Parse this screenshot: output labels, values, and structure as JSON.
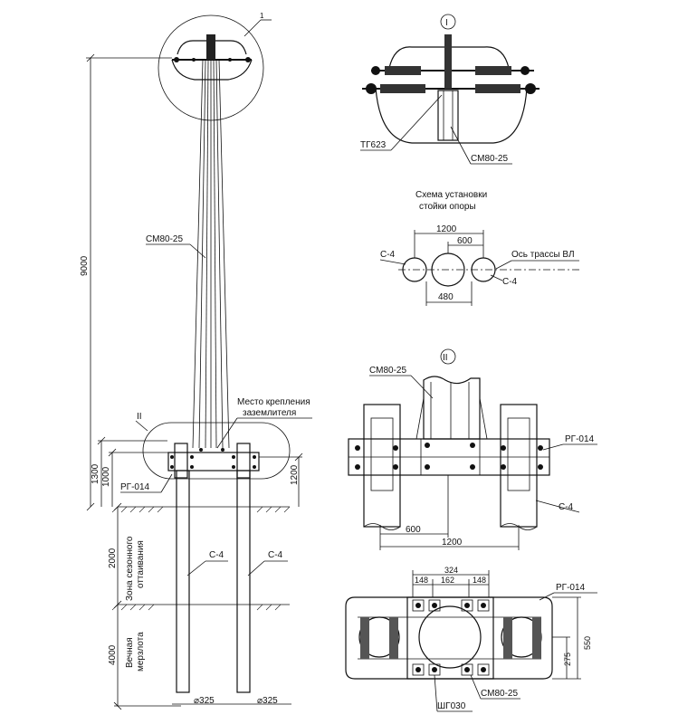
{
  "elevation": {
    "callout_1": "1",
    "callout_2": "II",
    "pole_label": "СМ80-25",
    "grounding_label_1": "Место крепления",
    "grounding_label_2": "заземлителя",
    "plate_label": "РГ-014",
    "pile_left": "С-4",
    "pile_right": "С-4",
    "dim_total": "9000",
    "dim_1300": "1300",
    "dim_1000": "1000",
    "dim_1200": "1200",
    "dim_2000": "2000",
    "dim_4000": "4000",
    "zone_thaw_1": "Зона сезонного",
    "zone_thaw_2": "оттаивания",
    "zone_perma_1": "Вечная",
    "zone_perma_2": "мерзлота",
    "diam_left": "⌀325",
    "diam_right": "⌀325"
  },
  "detail_1": {
    "marker": "I",
    "label_tg": "ТГ623",
    "label_pole": "СМ80-25"
  },
  "scheme": {
    "title_1": "Схема установки",
    "title_2": "стойки опоры",
    "dim_1200": "1200",
    "dim_600": "600",
    "dim_480": "480",
    "pile_left": "С-4",
    "pile_right": "С-4",
    "axis": "Ось трассы ВЛ"
  },
  "detail_2": {
    "marker": "II",
    "label_pole": "СМ80-25",
    "label_plate": "РГ-014",
    "label_pile": "С-4",
    "dim_600": "600",
    "dim_1200": "1200"
  },
  "plan": {
    "dim_324": "324",
    "dim_148a": "148",
    "dim_162": "162",
    "dim_148b": "148",
    "label_plate": "РГ-014",
    "dim_550": "550",
    "dim_275": "275",
    "label_pole": "СМ80-25",
    "label_bolt": "ШГ030"
  }
}
